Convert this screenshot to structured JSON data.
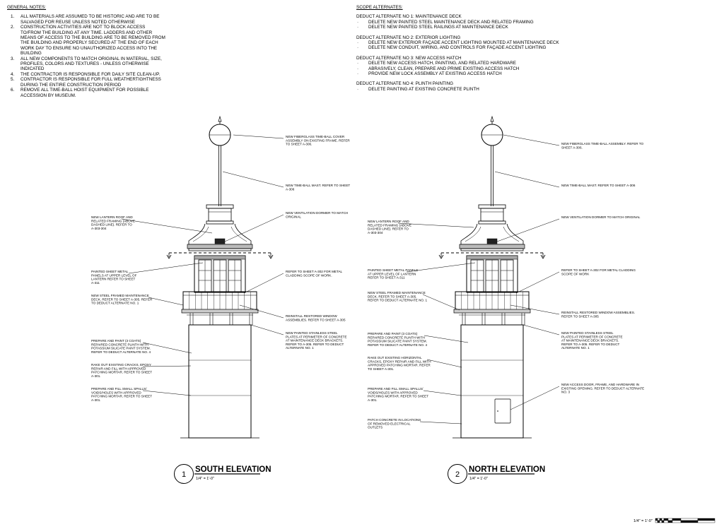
{
  "general_notes": {
    "heading": "GENERAL NOTES:",
    "items": [
      {
        "num": "1.",
        "text": "ALL MATERIALS ARE ASSUMED TO BE HISTORIC AND ARE TO BE SALVAGED FOR REUSE UNLESS NOTED OTHERWISE"
      },
      {
        "num": "2.",
        "text": "CONSTRUCTION ACTIVITIES ARE NOT TO BLOCK ACCESS TO/FROM THE BUILDING AT ANY TIME. LADDERS AND OTHER MEANS OF ACCESS TO THE BUILDING ARE TO BE REMOVED FROM THE BUILDING AND PROPERLY SECURED AT THE END OF EACH WORK DAY TO ENSURE NO UNAUTHORIZED ACCESS INTO THE BUILDING"
      },
      {
        "num": "3.",
        "text": "ALL NEW COMPONENTS TO MATCH ORIGINAL IN MATERIAL, SIZE, PROFILES, COLORS AND TEXTURES - UNLESS OTHERWISE INDICATED"
      },
      {
        "num": "4.",
        "text": "THE CONTRACTOR IS RESPONSIBLE FOR DAILY SITE CLEAN-UP."
      },
      {
        "num": "5.",
        "text": "CONTRACTOR IS RESPONSIBLE FOR FULL WEATHERTIGHTNESS DURING THE ENTIRE CONSTRUCTION PERIOD"
      },
      {
        "num": "6.",
        "text": "REMOVE ALL TIME-BALL HOIST EQUIPMENT FOR POSSIBLE ACCESSION BY MUSEUM."
      }
    ]
  },
  "scope_alternates": {
    "heading": "SCOPE ALTERNATES:",
    "groups": [
      {
        "title": "DEDUCT ALTERNATE NO 1:  MAINTENANCE DECK",
        "items": [
          "DELETE NEW PAINTED STEEL MAINTENANCE DECK AND RELATED FRAMING",
          "DELETE NEW PAINTED STEEL RAILINGS AT MAINTENANCE DECK"
        ]
      },
      {
        "title": "DEDUCT ALTERNATE NO 2:  EXTERIOR LIGHTING",
        "items": [
          "DELETE NEW EXTERIOR FAÇADE ACCENT LIGHTING MOUNTED AT MAINTENANCE DECK",
          "DELETE NEW CONDUIT, WIRING, AND CONTROLS FOR FAÇADE ACCENT LIGHTING"
        ]
      },
      {
        "title": "DEDUCT ALTERNATE NO 3:  NEW ACCESS HATCH",
        "items": [
          "DELETE NEW ACCESS HATCH, PAINTING, AND RELATED HARDWARE",
          "ABRASIVELY, CLEAN, PREPARE AND PRIME EXISTING ACCESS HATCH",
          "PROVIDE NEW LOCK ASSEMBLY AT EXISTING ACCESS HATCH"
        ]
      },
      {
        "title": "DEDUCT ALTERNATE NO 4:  PLINTH PAINTING",
        "items": [
          "DELETE PAINTING AT EXISTING CONCRETE PLINTH"
        ]
      }
    ]
  },
  "drawings": [
    {
      "number": "1",
      "title": "SOUTH ELEVATION",
      "scale": "1/4\" = 1'-0\"",
      "left_notes": [
        "NEW LANTERN ROOF AND\nRELATED FRAMING (ABOVE\nDASHED LINE). REFER TO\nA-303-304",
        "PAINTED SHEET METAL\nPANELS AT UPPER LEVEL OF\nLANTERN REFER TO SHEET\nA-311",
        "NEW STEEL FRAMED MAINTENANCE\nDECK.  REFER TO SHEET A-305.  REFER\nTO DEDUCT ALTERNATE NO. 1",
        "PREPARE AND PAINT (3 COATS)\nREPAIRED CONCRETE PLINTH WITH\nPOTASSIUM SILICATE PAINT SYSTEM.\nREFER TO DEDUCT ALTERNATE NO. 4",
        "RAKE OUT EXISTING CRACKS, EPOXY\nREPAIR AND FILL WITH APPROVED\nPATCHING MORTAR.  REFER TO SHEET\nA-301.",
        "PREPARE AND FILL SMALL SPALLS/\nVOIDS/HOLES WITH APPROVED\nPATCHING MORTAR.  REFER TO SHEET\nA-301."
      ],
      "right_notes": [
        "NEW FIBERGLASS TIME-BALL COVER\nASSEMBLY ON EXISTING FRAME.  REFER\nTO SHEET A-306.",
        "NEW TIME-BALL MAST.  REFER TO SHEET\nA-306",
        "NEW VENTILATION DORMER TO MATCH\nORIGINAL",
        "REFER TO SHEET A-302 FOR METAL\nCLADDING SCOPE OF WORK.",
        "REINSTALL RESTORED WINDOW\nASSEMBLIES.  REFER TO SHEET A-305",
        "NEW PAINTED STAINLESS STEEL\nPLATES AT PERIMETER OF CONCRETE\nAT MAINTENANCE DECK BRACKETS.\nREFER TO A-305.  REFER TO DEDUCT\nALTERNATE NO. 1"
      ]
    },
    {
      "number": "2",
      "title": "NORTH ELEVATION",
      "scale": "1/4\" = 1'-0\"",
      "left_notes": [
        "NEW LANTERN ROOF AND\nRELATED FRAMING (ABOVE\nDASHED LINE). REFER TO\nA-303-304",
        "PAINTED SHEET METAL PANELS\nAT UPPER LEVEL OF LANTERN\nREFER TO SHEET A-311",
        "NEW STEEL FRAMED MAINTENANCE\nDECK.  REFER TO SHEET A-305.\nREFER TO DEDUCT ALTERNATE NO. 1",
        "PREPARE AND PAINT (3 COATS)\nREPAIRED CONCRETE PLINTH WITH\nPOTASSIUM SILICATE PAINT SYSTEM.\nREFER TO DEDUCT ALTERNATE NO. 4",
        "RAKE OUT EXISTING HORIZONTAL\nCRACKS, EPOXY REPAIR AND FILL WITH\nAPPROVED PATCHING MORTAR.  REFER\nTO SHEET A-301.",
        "PREPARE AND FILL SMALL SPALLS/\nVOIDS/HOLES WITH APPROVED\nPATCHING MORTAR.  REFER TO SHEET\nA-301.",
        "PATCH CONCRETE IN LOCATIONS\nOF REMOVED ELECTRICAL\nOUTLETS"
      ],
      "right_notes": [
        "NEW FIBERGLASS TIME-BALL ASSEMBLY.  REFER TO\nSHEET A-306.",
        "NEW TIME-BALL MAST.  REFER TO SHEET A-306",
        "NEW VENTILATION DORMER TO MATCH ORIGINAL",
        "REFER TO SHEET A-302 FOR METAL CLADDING\nSCOPE OF WORK",
        "REINSTALL RESTORED WINDOW ASSEMBLIES.\nREFER TO SHEET A-305",
        "NEW PAINTED STAINLESS STEEL\nPLATES AT PERIMETER OF CONCRETE\nAT MAINTENANCE DECK BRACKETS.\nREFER TO A-305.  REFER TO DEDUCT\nALTERNATE NO. 1",
        "NEW ACCESS DOOR, FRAME, AND HARDWARE IN\nEXISTING OPENING.  REFER TO DEDUCT ALTERNATE\nNO. 3"
      ]
    }
  ],
  "graphic_scale": {
    "label": "1/4\" = 1'-0\""
  }
}
